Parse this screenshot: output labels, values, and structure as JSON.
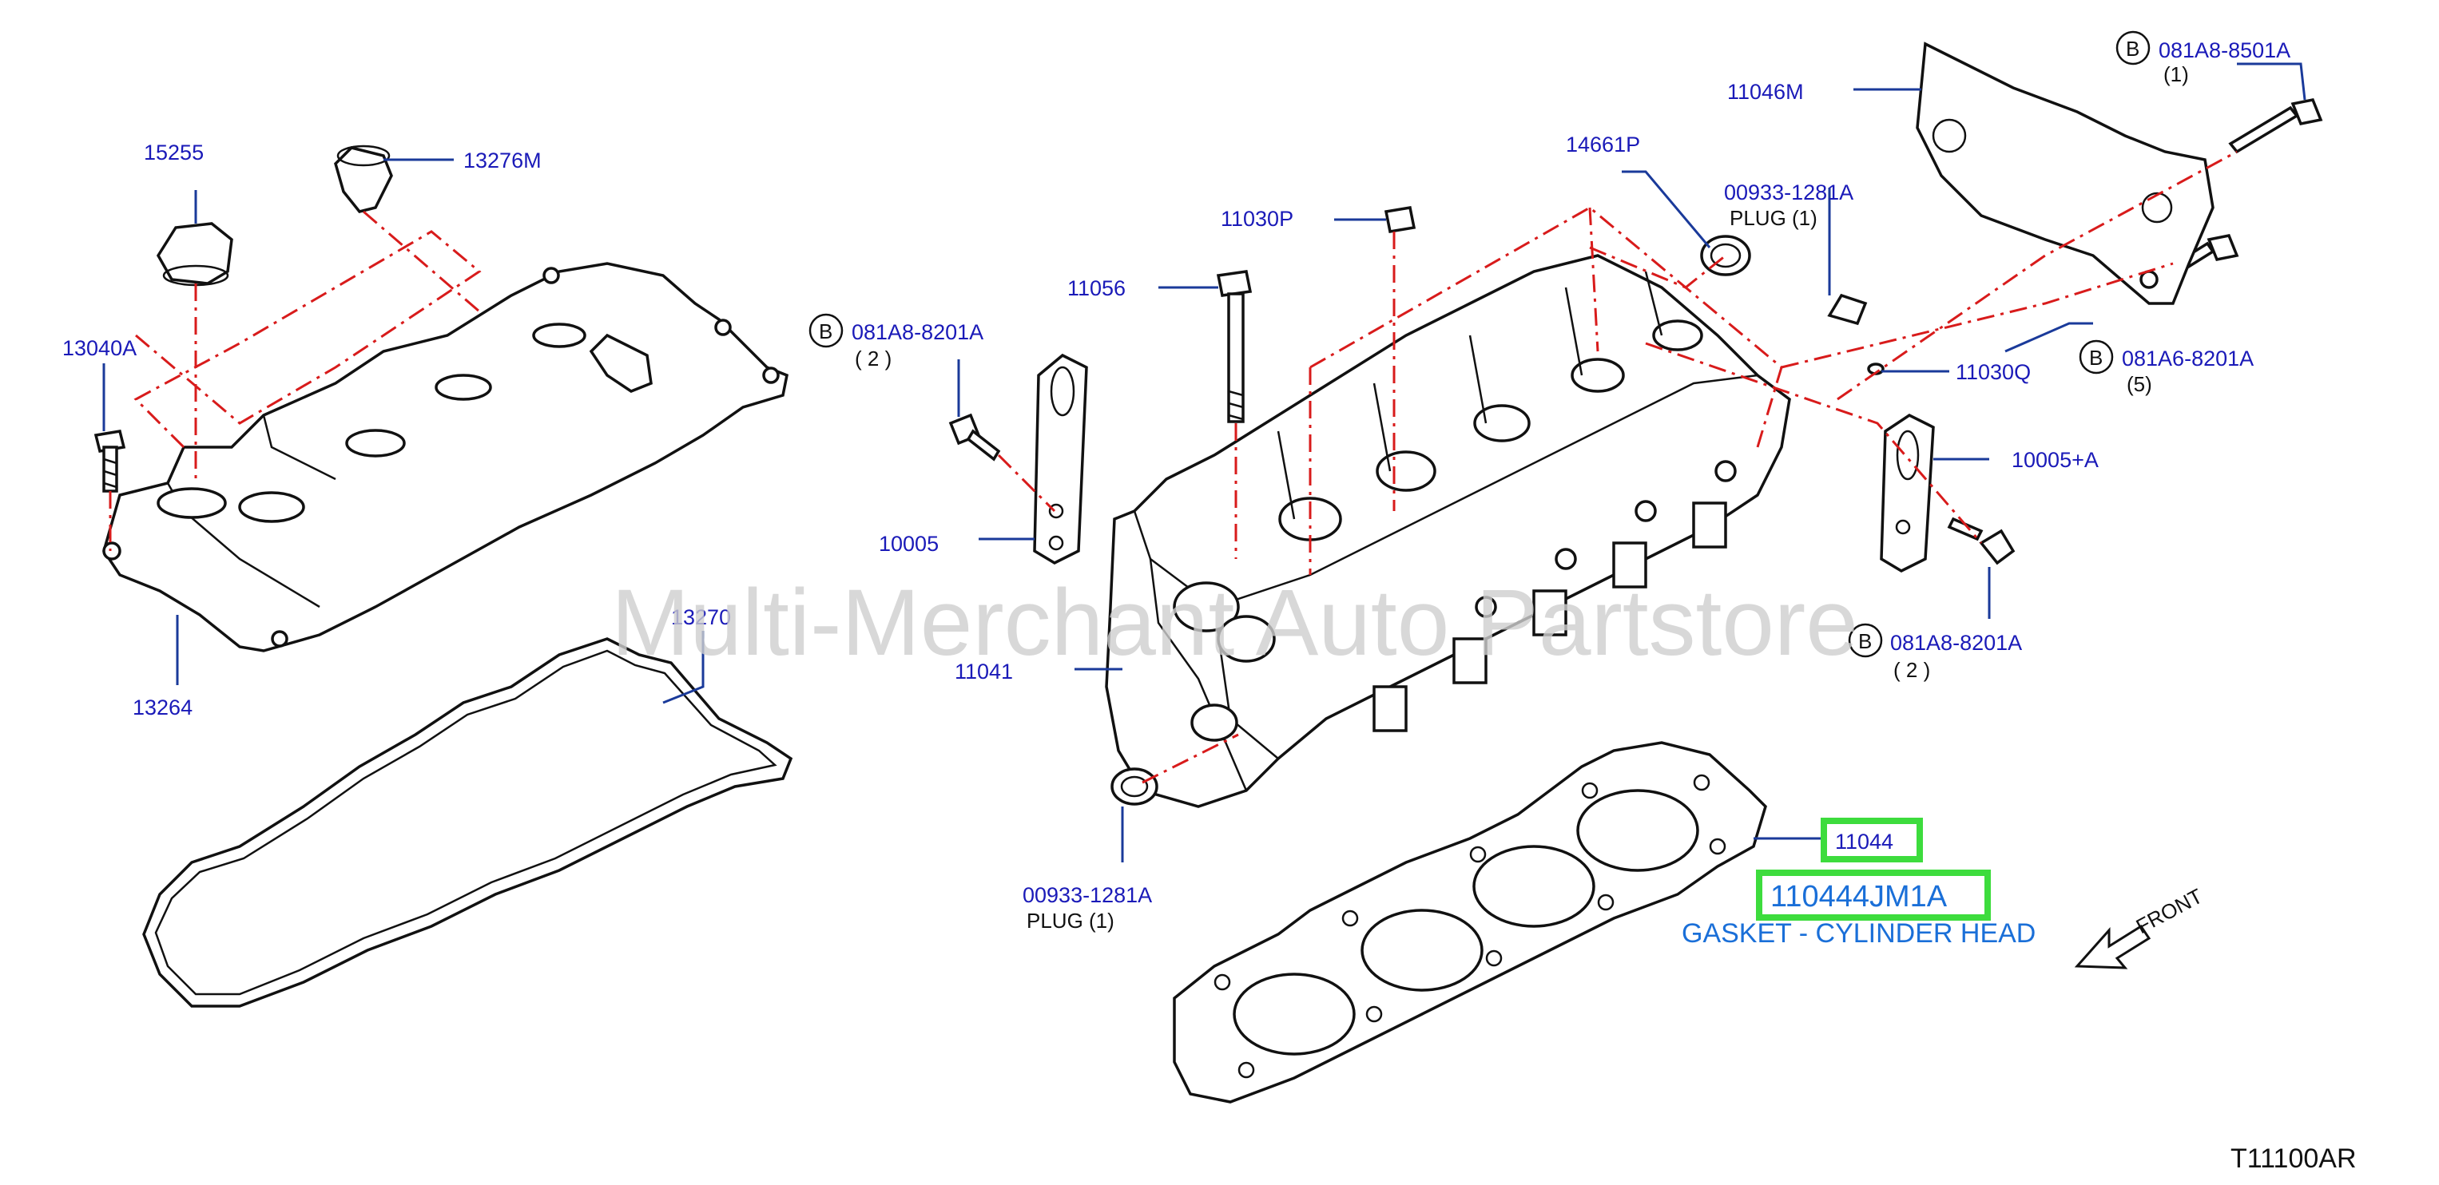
{
  "watermark": "Multi-Merchant Auto Partstore",
  "drawing_ref": "T11100AR",
  "front_label": "FRONT",
  "b_marker": "B",
  "callouts": {
    "c15255": "15255",
    "c13276M": "13276M",
    "c13040A": "13040A",
    "c13264": "13264",
    "c13270": "13270",
    "c081A8_8201A_1": "081A8-8201A",
    "c081A8_8201A_1_qty": "( 2 )",
    "c10005": "10005",
    "c11056": "11056",
    "c11030P": "11030P",
    "c14661P": "14661P",
    "c00933_top": "00933-1281A",
    "c00933_top_plug": "PLUG   (1)",
    "c11046M": "11046M",
    "c081A8_8501A": "081A8-8501A",
    "c081A8_8501A_qty": "(1)",
    "c081A6_8201A": "081A6-8201A",
    "c081A6_8201A_qty": "(5)",
    "c11030Q": "11030Q",
    "c10005A": "10005+A",
    "c081A8_8201A_2": "081A8-8201A",
    "c081A8_8201A_2_qty": "( 2 )",
    "c11041": "11041",
    "c00933_bot": "00933-1281A",
    "c00933_bot_plug": "PLUG   (1)",
    "c11044": "11044"
  },
  "highlight": {
    "part_number": "110444JM1A",
    "description": "GASKET - CYLINDER HEAD",
    "color": "#3ddc3d"
  },
  "colors": {
    "callout": "#1a1ab8",
    "centerline": "#d81b1b",
    "highlight_text": "#1a6fd8"
  }
}
